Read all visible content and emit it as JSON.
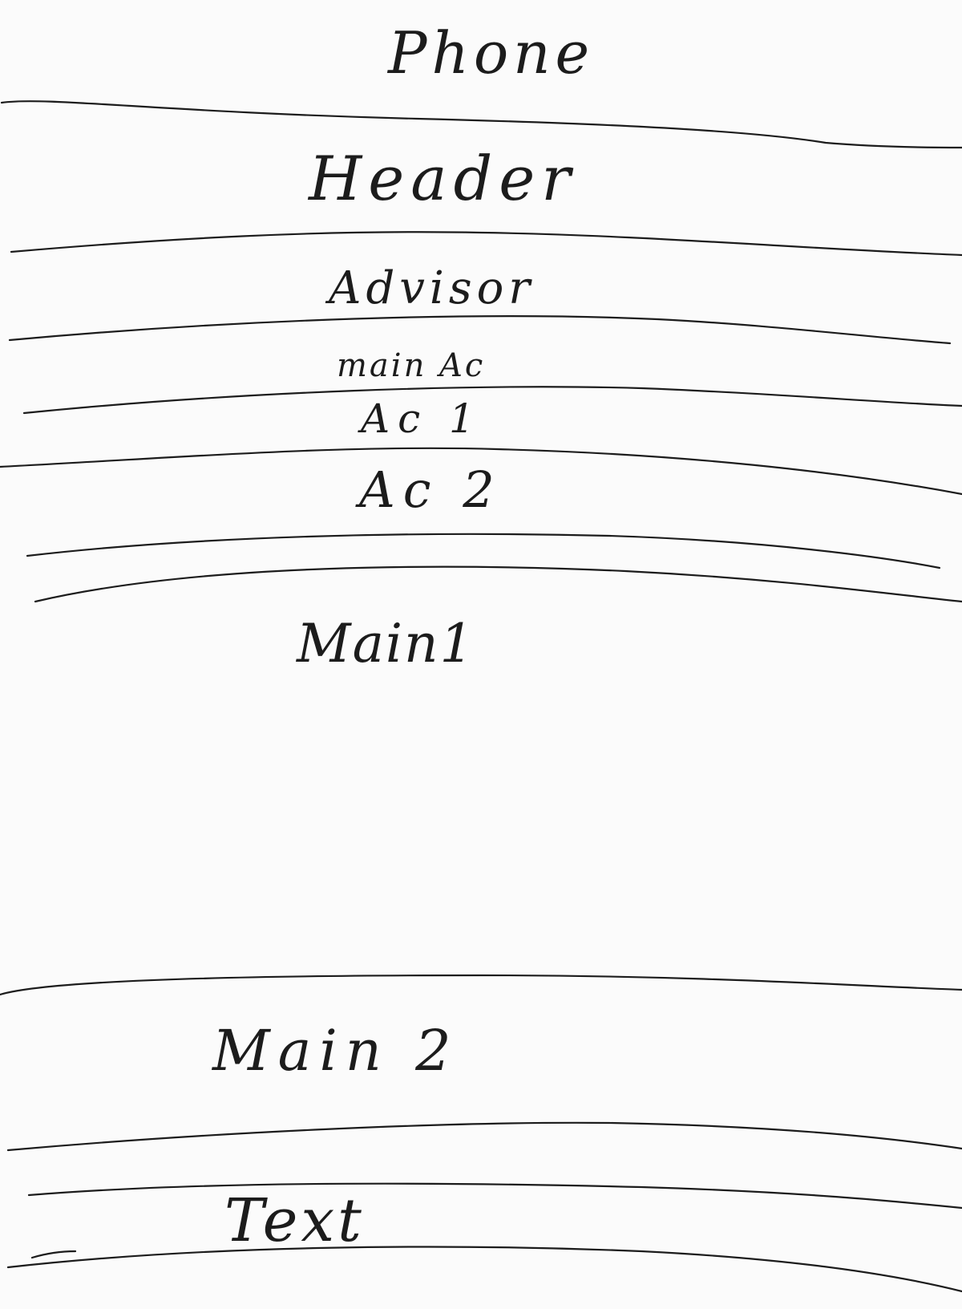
{
  "sections": {
    "phone": "Phone",
    "header": "Header",
    "advisor": "Advisor",
    "main_ac": "main Ac",
    "ac1": "Ac 1",
    "ac2": "Ac 2",
    "main1": "Main1",
    "main2": "Main 2",
    "text": "Text"
  },
  "colors": {
    "paper": "#fbfbfb",
    "ink": "#1c1c1c"
  }
}
